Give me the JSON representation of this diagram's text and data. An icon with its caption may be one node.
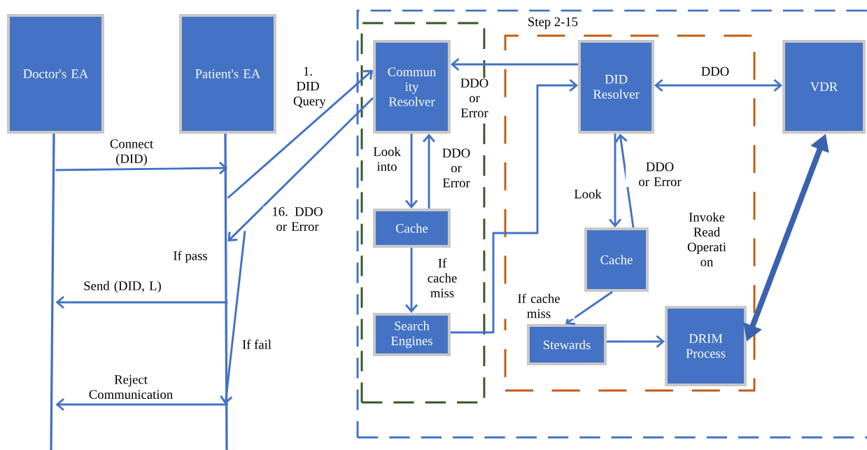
{
  "diagram": {
    "nodes": [
      {
        "text": [
          "Doctor's EA"
        ]
      },
      {
        "text": [
          "Patient's EA"
        ]
      },
      {
        "text": [],
        "shape": "box"
      },
      {
        "text": [],
        "shape": "box",
        "in": 2
      },
      {
        "text": [
          "Commun ity Resolver"
        ],
        "in": 3
      },
      {
        "text": [
          "Cache"
        ],
        "in": 3
      },
      {
        "text": [
          "Search Engines"
        ],
        "in": 3
      },
      {
        "text": [
          "Step 2-15"
        ],
        "in": 2
      },
      {
        "text": [
          "DID Resolver"
        ],
        "in": 7
      },
      {
        "text": [
          "Cache"
        ],
        "in": 7
      },
      {
        "text": [
          "Stewards"
        ],
        "in": 7
      },
      {
        "text": [
          "DRIM Process"
        ],
        "in": 7
      },
      {
        "text": [
          "VDR"
        ],
        "in": 2
      }
    ],
    "edges": [
      {
        "from": 0,
        "to": 1,
        "arrow": "to",
        "label": "Connect (DID)"
      },
      {
        "from": 1,
        "to": 4,
        "arrow": "to",
        "label": "1. DID Query"
      },
      {
        "from": 4,
        "to": 1,
        "arrow": "to",
        "label": "16. DDO or Error"
      },
      {
        "from": 1,
        "to": 0,
        "arrow": "to",
        "label": "Send (DID, L)"
      },
      {
        "from": 1,
        "to": 0,
        "arrow": "to",
        "label": "Reject Communication"
      },
      {
        "from": 8,
        "to": 4,
        "arrow": "to",
        "label": "DDO or Error"
      },
      {
        "from": 4,
        "to": 5,
        "arrow": "to",
        "label": "Look into"
      },
      {
        "from": 5,
        "to": 4,
        "arrow": "to",
        "label": "DDO or Error"
      },
      {
        "from": 5,
        "to": 6,
        "arrow": "to",
        "label": "If cache miss"
      },
      {
        "from": 6,
        "to": 8,
        "arrow": "to"
      },
      {
        "from": 8,
        "to": 12,
        "arrow": "both",
        "label": "DDO"
      },
      {
        "from": 8,
        "to": 9,
        "arrow": "to",
        "label": "Look"
      },
      {
        "from": 9,
        "to": 8,
        "arrow": "to",
        "label": "DDO or Error"
      },
      {
        "from": 9,
        "to": 10,
        "arrow": "to",
        "label": "If cache miss"
      },
      {
        "from": 10,
        "to": 11,
        "arrow": "to"
      },
      {
        "from": 11,
        "to": 12,
        "arrow": "both",
        "label": "Invoke Read Operati on",
        "style": "thick",
        "color": "#3a62ad"
      }
    ],
    "labels": [
      "If pass",
      "If fail"
    ]
  }
}
